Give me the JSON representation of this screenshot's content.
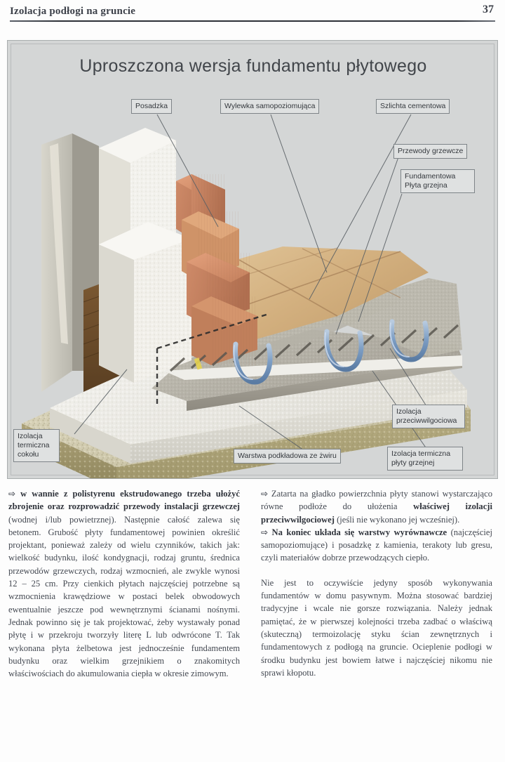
{
  "running_head": {
    "title": "Izolacja podłogi na gruncie",
    "page_number": "37"
  },
  "figure": {
    "title": "Uproszczona wersja fundamentu płytowego",
    "callouts": [
      {
        "id": "posadzka",
        "text": "Posadzka"
      },
      {
        "id": "wylewka",
        "text": "Wylewka samopoziomująca"
      },
      {
        "id": "szlichta",
        "text": "Szlichta cementowa"
      },
      {
        "id": "przewody",
        "text": "Przewody grzewcze"
      },
      {
        "id": "plyta-grzejna",
        "text": "Fundamentowa\nPłyta grzejna"
      },
      {
        "id": "przeciwwilgoc",
        "text": "Izolacja\nprzeciwwilgociowa"
      },
      {
        "id": "termiczna-plyty",
        "text": "Izolacja termiczna\npłyty grzejnej"
      },
      {
        "id": "zwir",
        "text": "Warstwa podkładowa ze żwiru"
      },
      {
        "id": "cokol",
        "text": "Izolacja\ntermiczna\ncokołu"
      }
    ],
    "colors": {
      "background": "#d4d6d6",
      "frame": "#a9adae",
      "callout_fill": "#dfe1e1",
      "callout_border": "#7e8488",
      "pipe_blue": "#7d9ec4",
      "brick_red": "#c07a5e",
      "insulation_white": "#eceae4",
      "gravel_beige": "#b9b189",
      "concrete_grey": "#a9a79e",
      "floor_tan": "#d6b584"
    }
  },
  "body": {
    "left_column": [
      {
        "bullet": "⇨",
        "runs": [
          {
            "t": " w wannie z polistyrenu ekstrudowanego trzeba ułożyć zbrojenie oraz rozprowadzić przewody instalacji grzewczej",
            "bold": true
          },
          {
            "t": " (wodnej i/lub powietrznej). Następnie całość zalewa się betonem. Grubość płyty fundamentowej powinien określić projektant, ponieważ zależy od wielu czynników, takich jak: wielkość budynku, ilość kondygnacji, rodzaj gruntu, średnica przewodów grzewczych, rodzaj wzmocnień, ale zwykle wynosi 12 – 25 cm. Przy cienkich płytach najczęściej potrzebne są wzmocnienia krawędziowe w postaci belek obwodowych ewentualnie jeszcze pod wewnętrznymi ścianami nośnymi. Jednak powinno się je tak projektować, żeby wystawały ponad płytę i w przekroju tworzyły literę L lub odwrócone T. Tak wykonana płyta żelbetowa jest jednocześnie fundamentem budynku oraz wielkim grzejnikiem o znakomitych właściwościach do akumulowania ciepła w okresie zimowym.",
            "bold": false
          }
        ]
      }
    ],
    "right_column": [
      {
        "bullet": "⇨",
        "runs": [
          {
            "t": " Zatarta na gładko powierzchnia płyty stanowi wystarczająco równe podłoże do ułożenia ",
            "bold": false
          },
          {
            "t": "właściwej izolacji przeciwwilgociowej",
            "bold": true
          },
          {
            "t": " (jeśli nie wykonano jej wcześniej).",
            "bold": false
          }
        ]
      },
      {
        "bullet": "⇨",
        "runs": [
          {
            "t": " Na koniec układa się warstwy wyrównawcze",
            "bold": true
          },
          {
            "t": " (najczęściej samopoziomujące) i posadzkę z kamienia, terakoty lub gresu, czyli materiałów dobrze przewodzących ciepło.",
            "bold": false
          }
        ]
      },
      {
        "bullet": "",
        "gap": true,
        "runs": [
          {
            "t": "Nie jest to oczywiście jedyny sposób wykonywania fundamentów w domu pasywnym. Można stosować bardziej tradycyjne i wcale nie gorsze rozwiązania. Należy jednak pamiętać, że w pierwszej kolejności trzeba zadbać o właściwą (skuteczną) termoizolację styku ścian zewnętrznych i fundamentowych z podłogą na gruncie. Ocieplenie podłogi w środku budynku jest bowiem łatwe i najczęściej nikomu nie sprawi kłopotu.",
            "bold": false
          }
        ]
      }
    ]
  }
}
